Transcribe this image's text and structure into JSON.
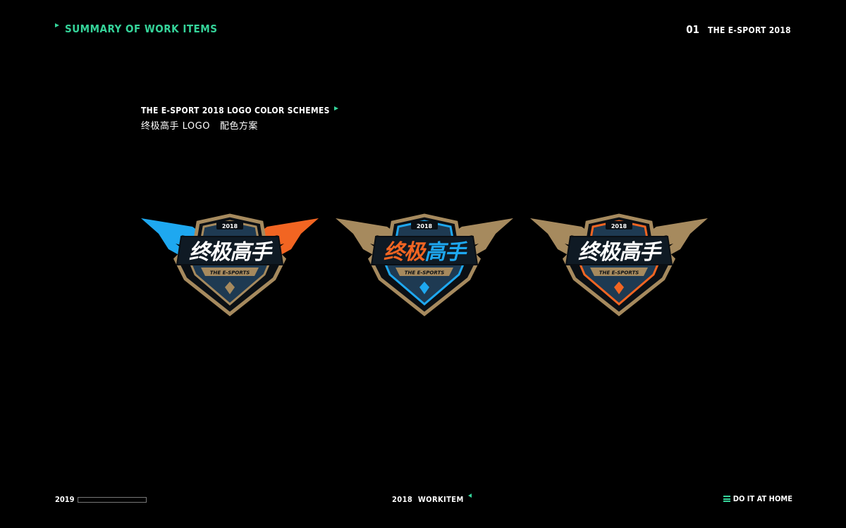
{
  "header": {
    "title": "SUMMARY OF WORK ITEMS",
    "page_number": "01",
    "page_subtitle": "THE E-SPORT 2018"
  },
  "section": {
    "title": "THE E-SPORT 2018 LOGO COLOR SCHEMES",
    "subtitle": "终极高手 LOGO   配色方案"
  },
  "logos": [
    {
      "year": "2018",
      "name": "终极高手",
      "tagline": "THE E-SPORTS",
      "wing_left": "#1ea8f0",
      "wing_right": "#f26522",
      "frame": "#a68a5e",
      "inner_border": "#a68a5e",
      "panel": "#1e3a52",
      "banner": "#0f1a24",
      "text_color": "#ffffff",
      "text_color_2": "#ffffff"
    },
    {
      "year": "2018",
      "name": "终极高手",
      "tagline": "THE E-SPORTS",
      "wing_left": "#a68a5e",
      "wing_right": "#a68a5e",
      "frame": "#a68a5e",
      "inner_border": "#1ea8f0",
      "panel": "#1e3a52",
      "banner": "#0f1a24",
      "text_color": "#f26522",
      "text_color_2": "#1ea8f0"
    },
    {
      "year": "2018",
      "name": "终极高手",
      "tagline": "THE E-SPORTS",
      "wing_left": "#a68a5e",
      "wing_right": "#a68a5e",
      "frame": "#a68a5e",
      "inner_border": "#f26522",
      "panel": "#1e3a52",
      "banner": "#0f1a24",
      "text_color": "#ffffff",
      "text_color_2": "#ffffff"
    }
  ],
  "footer": {
    "year": "2019",
    "progress": 0,
    "center_text": "2018  WORKITEM",
    "right_text": "DO IT AT HOME"
  },
  "colors": {
    "accent": "#35d49a",
    "background": "#000000"
  }
}
